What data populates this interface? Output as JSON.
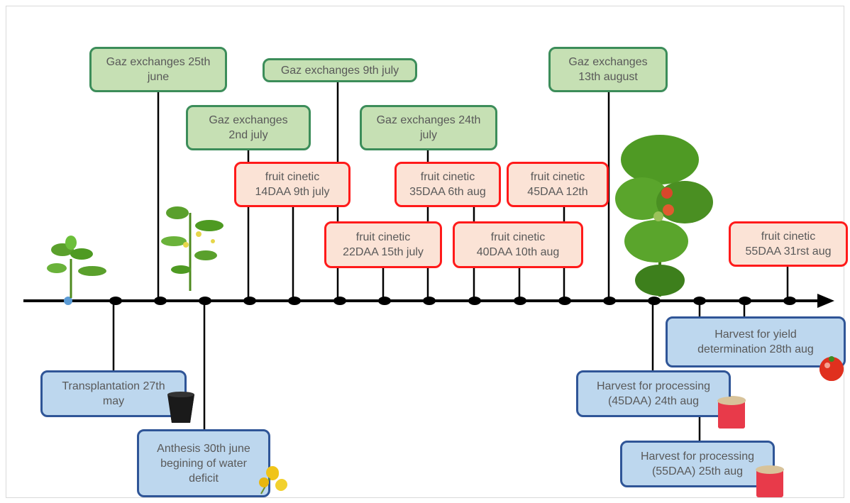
{
  "gas_exchanges": [
    {
      "id": "g1",
      "line1": "Gaz exchanges 25th",
      "line2": "june"
    },
    {
      "id": "g2",
      "line1": "Gaz exchanges",
      "line2": "2nd july"
    },
    {
      "id": "g3",
      "line1": "Gaz exchanges 9th july",
      "line2": ""
    },
    {
      "id": "g4",
      "line1": "Gaz exchanges 24th",
      "line2": "july"
    },
    {
      "id": "g5",
      "line1": "Gaz exchanges",
      "line2": "13th august"
    }
  ],
  "fruit_cinetic": [
    {
      "id": "f1",
      "line1": "fruit cinetic",
      "line2": "14DAA 9th july"
    },
    {
      "id": "f2",
      "line1": "fruit cinetic",
      "line2": "22DAA 15th july"
    },
    {
      "id": "f3",
      "line1": "fruit cinetic",
      "line2": "35DAA 6th aug"
    },
    {
      "id": "f4",
      "line1": "fruit cinetic",
      "line2": "40DAA 10th aug"
    },
    {
      "id": "f5",
      "line1": "fruit cinetic",
      "line2": "45DAA 12th"
    },
    {
      "id": "f6",
      "line1": "fruit cinetic",
      "line2": "55DAA 31rst aug"
    }
  ],
  "stages": [
    {
      "id": "b1",
      "line1": "Transplantation 27th",
      "line2": "may",
      "line3": ""
    },
    {
      "id": "b2",
      "line1": "Anthesis 30th june",
      "line2": "begining of water",
      "line3": "deficit"
    },
    {
      "id": "b3",
      "line1": "Harvest for yield",
      "line2": "determination 28th aug",
      "line3": ""
    },
    {
      "id": "b4",
      "line1": "Harvest for processing",
      "line2": "(45DAA) 24th aug",
      "line3": ""
    },
    {
      "id": "b5",
      "line1": "Harvest for processing",
      "line2": "(55DAA) 25th aug",
      "line3": ""
    }
  ],
  "colors": {
    "gas_fill": "#c6e0b4",
    "gas_border": "#3c8d5a",
    "fruit_fill": "#fbe3d6",
    "fruit_border": "#ff1a1a",
    "stage_fill": "#bdd7ee",
    "stage_border": "#2f5597",
    "axis": "#000000"
  }
}
